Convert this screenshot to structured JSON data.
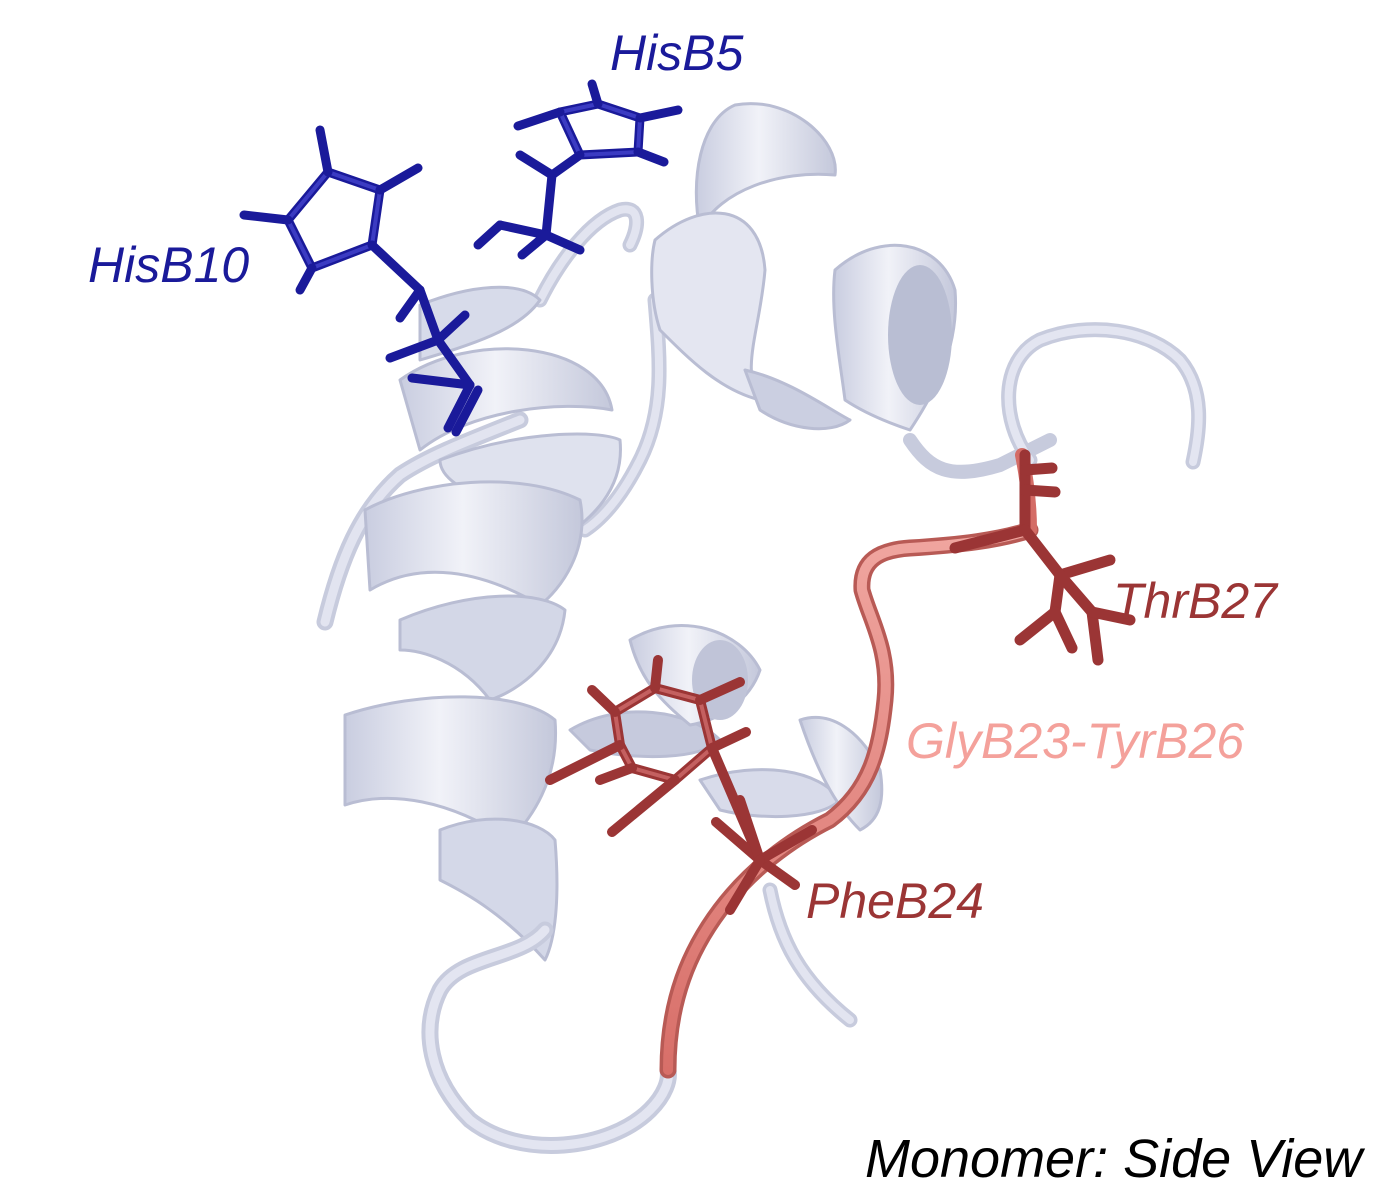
{
  "caption": "Monomer: Side View",
  "labels": {
    "his_b5": "HisB5",
    "his_b10": "HisB10",
    "thr_b27": "ThrB27",
    "gly_tyr_segment": "GlyB23-TyrB26",
    "phe_b24": "PheB24",
    "caption": "Monomer: Side View"
  },
  "colors": {
    "backbone": "#dde0ef",
    "backbone_edge": "#b9bdd3",
    "backbone_shadow": "#c4c8db",
    "histidine": "#1a1a9a",
    "histidine_light": "#3636c0",
    "aromatic_thr": "#9b3535",
    "aromatic_thr_light": "#b95252",
    "segment_coil": "#e4837e",
    "segment_label": "#f4a19b",
    "caption": "#000000"
  }
}
